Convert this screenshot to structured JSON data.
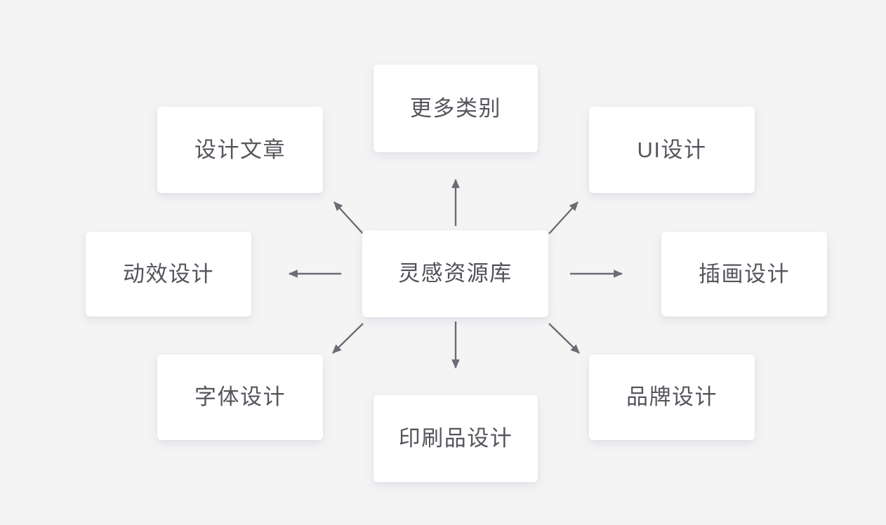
{
  "diagram": {
    "type": "radial-hub-and-spoke",
    "background_color": "#f4f4f5",
    "card_color": "#ffffff",
    "text_color": "#54565c",
    "arrow_color": "#6b6d74",
    "center": {
      "label": "灵感资源库"
    },
    "nodes": [
      {
        "id": "top",
        "label": "更多类别",
        "direction": "up"
      },
      {
        "id": "top-left",
        "label": "设计文章",
        "direction": "up-left"
      },
      {
        "id": "top-right",
        "label": "UI设计",
        "direction": "up-right"
      },
      {
        "id": "left",
        "label": "动效设计",
        "direction": "left"
      },
      {
        "id": "right",
        "label": "插画设计",
        "direction": "right"
      },
      {
        "id": "bottom-left",
        "label": "字体设计",
        "direction": "down-left"
      },
      {
        "id": "bottom",
        "label": "印刷品设计",
        "direction": "down"
      },
      {
        "id": "bottom-right",
        "label": "品牌设计",
        "direction": "down-right"
      }
    ],
    "connectors": [
      {
        "id": "arrow-up",
        "from": "center",
        "to": "top",
        "style": "single-arrow"
      },
      {
        "id": "arrow-up-left",
        "from": "center",
        "to": "top-left",
        "style": "single-arrow"
      },
      {
        "id": "arrow-up-right",
        "from": "center",
        "to": "top-right",
        "style": "single-arrow"
      },
      {
        "id": "arrow-left",
        "from": "center",
        "to": "left",
        "style": "single-arrow"
      },
      {
        "id": "arrow-right",
        "from": "center",
        "to": "right",
        "style": "single-arrow"
      },
      {
        "id": "arrow-down-left",
        "from": "center",
        "to": "bottom-left",
        "style": "single-arrow"
      },
      {
        "id": "arrow-down",
        "from": "center",
        "to": "bottom",
        "style": "single-arrow"
      },
      {
        "id": "arrow-down-right",
        "from": "center",
        "to": "bottom-right",
        "style": "single-arrow"
      }
    ]
  }
}
